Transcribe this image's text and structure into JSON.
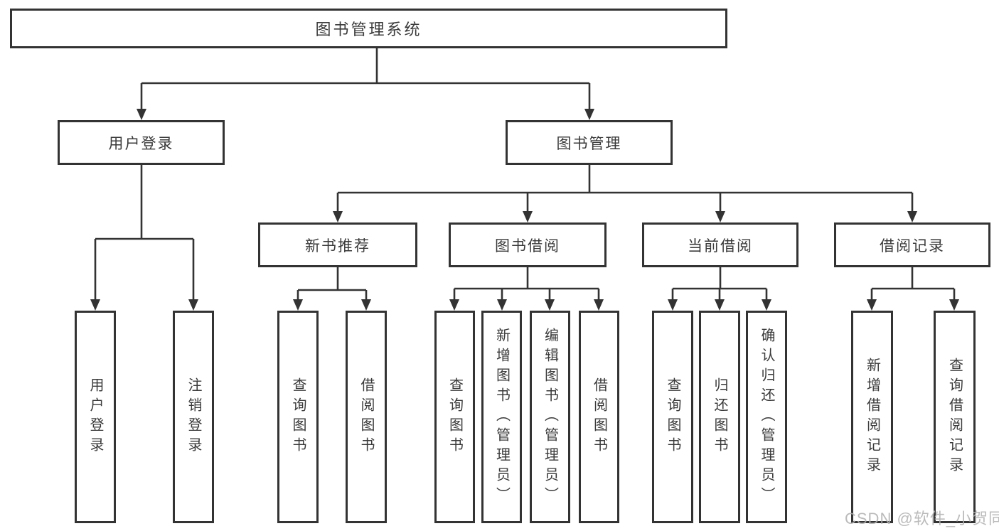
{
  "diagram": {
    "root": "图书管理系统",
    "level2": {
      "user_login": "用户登录",
      "book_management": "图书管理"
    },
    "level3": {
      "new_book_recommend": "新书推荐",
      "book_borrowing": "图书借阅",
      "current_borrowing": "当前借阅",
      "borrowing_records": "借阅记录"
    },
    "leaves": {
      "user_login": {
        "login": "用户登录",
        "logout": "注销登录"
      },
      "new_book_recommend": {
        "query_books": "查询图书",
        "borrow_books": "借阅图书"
      },
      "book_borrowing": {
        "query_books": "查询图书",
        "add_books": "新增图书（管理员）",
        "edit_books": "编辑图书（管理员）",
        "borrow_books": "借阅图书"
      },
      "current_borrowing": {
        "query_books": "查询图书",
        "return_books": "归还图书",
        "confirm_return": "确认归还（管理员）"
      },
      "borrowing_records": {
        "add_record": "新增借阅记录",
        "query_record": "查询借阅记录"
      }
    }
  },
  "watermark": "CSDN @软件_小贺同学",
  "colors": {
    "line": "#333333",
    "text": "#3a3a3a",
    "background": "#ffffff",
    "watermark": "#b2b2b2"
  }
}
